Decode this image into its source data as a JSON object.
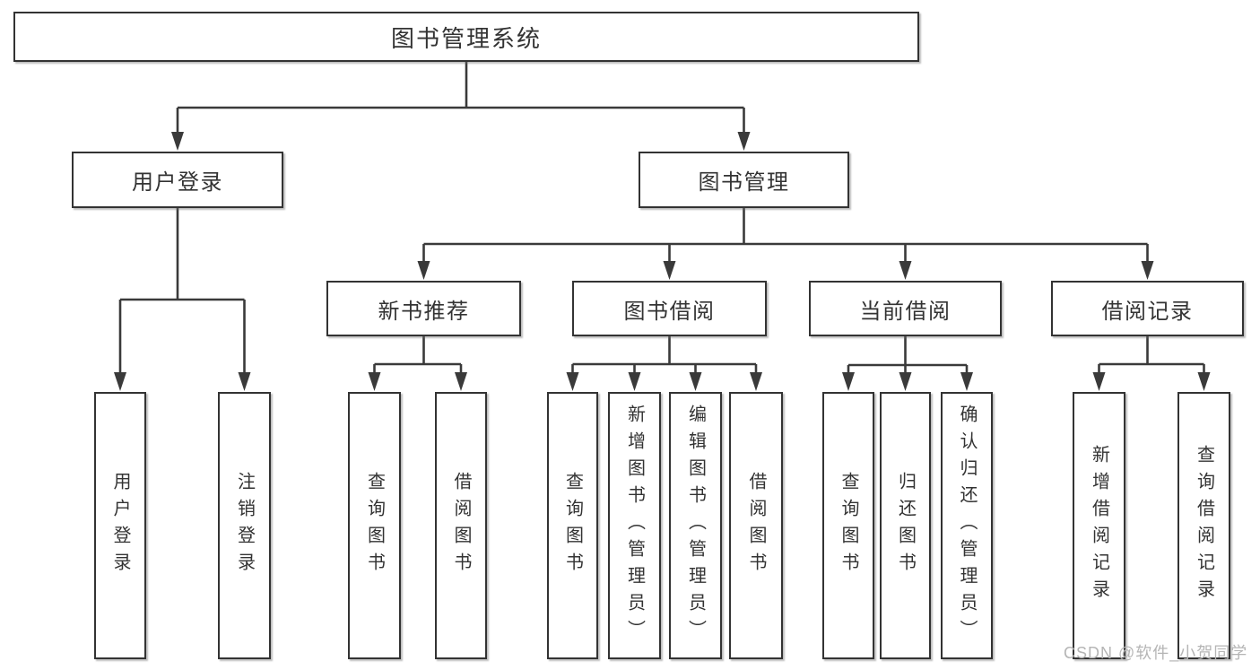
{
  "diagram": {
    "title": "图书管理系统",
    "watermark": "CSDN @软件_小贺同学",
    "colors": {
      "line": "#3a3a3a",
      "border": "#333333",
      "text": "#333333",
      "background": "#ffffff",
      "watermark": "#b5b5b5"
    },
    "nodes": {
      "root": {
        "label": "图书管理系统"
      },
      "user-login": {
        "label": "用户登录"
      },
      "book-mgmt": {
        "label": "图书管理"
      },
      "new-book-rec": {
        "label": "新书推荐"
      },
      "book-borrow": {
        "label": "图书借阅"
      },
      "current-borrow": {
        "label": "当前借阅"
      },
      "borrow-records": {
        "label": "借阅记录"
      },
      "login-action": {
        "label": "用户登录"
      },
      "logout-action": {
        "label": "注销登录"
      },
      "rec-query-books": {
        "label": "查询图书"
      },
      "rec-borrow-books": {
        "label": "借阅图书"
      },
      "bor-query-books": {
        "label": "查询图书"
      },
      "bor-add-books": {
        "label": "新增图书（管理员）"
      },
      "bor-edit-books": {
        "label": "编辑图书（管理员）"
      },
      "bor-borrow-books": {
        "label": "借阅图书"
      },
      "cur-query-books": {
        "label": "查询图书"
      },
      "cur-return-books": {
        "label": "归还图书"
      },
      "cur-confirm-return": {
        "label": "确认归还（管理员）"
      },
      "rd-add-record": {
        "label": "新增借阅记录"
      },
      "rd-query-record": {
        "label": "查询借阅记录"
      }
    },
    "structure": [
      {
        "parent": "root",
        "children": [
          "user-login",
          "book-mgmt"
        ]
      },
      {
        "parent": "user-login",
        "children": [
          "login-action",
          "logout-action"
        ]
      },
      {
        "parent": "book-mgmt",
        "children": [
          "new-book-rec",
          "book-borrow",
          "current-borrow",
          "borrow-records"
        ]
      },
      {
        "parent": "new-book-rec",
        "children": [
          "rec-query-books",
          "rec-borrow-books"
        ]
      },
      {
        "parent": "book-borrow",
        "children": [
          "bor-query-books",
          "bor-add-books",
          "bor-edit-books",
          "bor-borrow-books"
        ]
      },
      {
        "parent": "current-borrow",
        "children": [
          "cur-query-books",
          "cur-return-books",
          "cur-confirm-return"
        ]
      },
      {
        "parent": "borrow-records",
        "children": [
          "rd-add-record",
          "rd-query-record"
        ]
      }
    ]
  }
}
